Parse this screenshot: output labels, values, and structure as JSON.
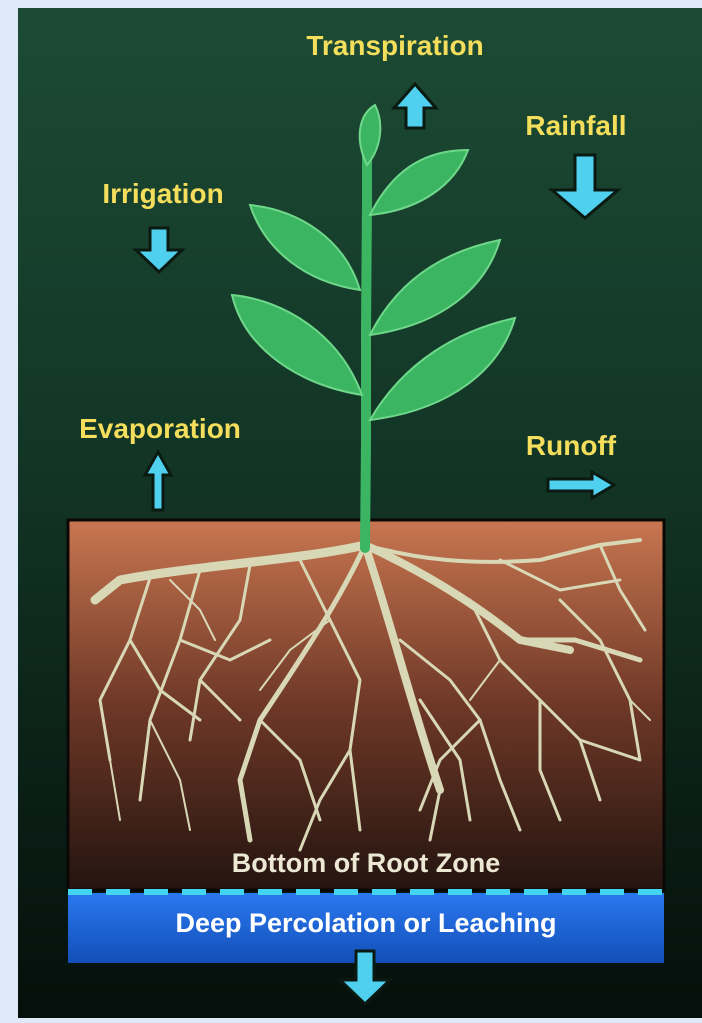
{
  "labels": {
    "transpiration": "Transpiration",
    "rainfall": "Rainfall",
    "irrigation": "Irrigation",
    "evaporation": "Evaporation",
    "runoff": "Runoff",
    "root_zone_bottom": "Bottom of Root Zone",
    "deep_percolation": "Deep Percolation or Leaching"
  },
  "colors": {
    "label_text": "#f4de5c",
    "arrow_fill": "#4fd0ef",
    "sky_top": "#1c4b34",
    "sky_bottom": "#050f0b",
    "soil_top": "#c87650",
    "soil_bottom": "#241410",
    "leaf": "#3cb562",
    "root": "#d9d8b6",
    "percolation_band": "#1b64d8",
    "dashed_line": "#43d4f2",
    "page_background": "#dde9f6"
  },
  "icons": {
    "transpiration": "arrow-up-icon",
    "rainfall": "arrow-down-icon",
    "irrigation": "arrow-down-icon",
    "evaporation": "arrow-up-icon",
    "runoff": "arrow-right-icon",
    "leaching": "arrow-down-icon"
  }
}
